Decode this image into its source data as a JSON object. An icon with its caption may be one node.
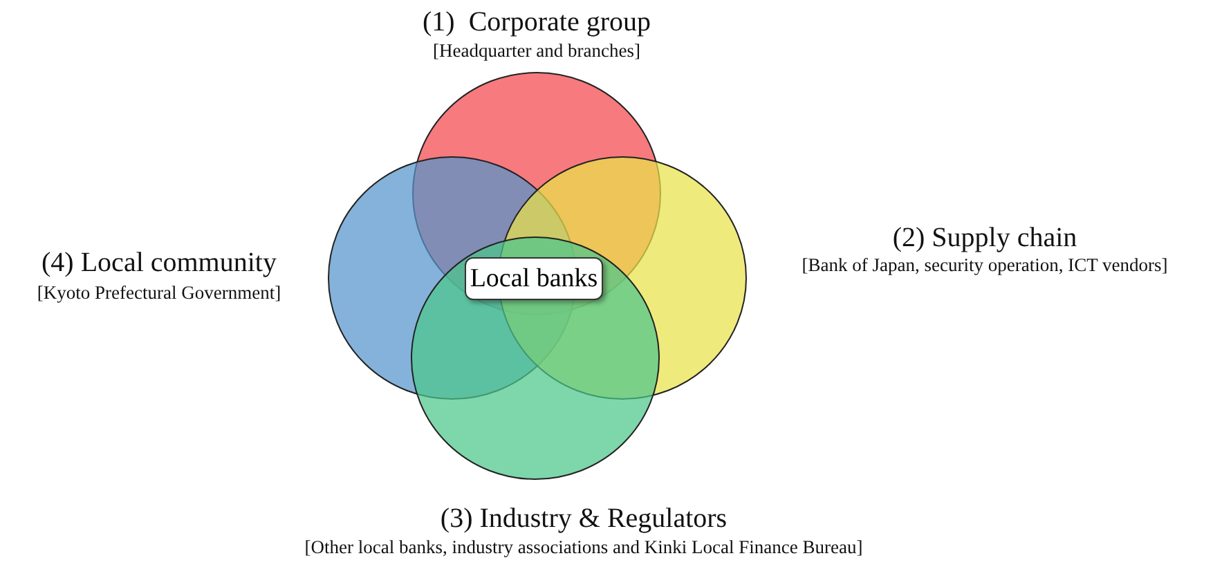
{
  "diagram": {
    "nodes": [
      {
        "text": [
          "(1)  Corporate group",
          "[Headquarter and branches]"
        ]
      },
      {
        "text": [
          "(2) Supply chain",
          "[Bank of Japan, security operation, ICT vendors]"
        ]
      },
      {
        "text": [
          "(4) Local community",
          "[Kyoto Prefectural Government]"
        ]
      },
      {
        "text": [
          "Local banks"
        ]
      },
      {
        "text": [
          "(3) Industry & Regulators",
          "[Other local banks, industry associations and Kinki Local Finance Bureau]"
        ]
      }
    ]
  }
}
